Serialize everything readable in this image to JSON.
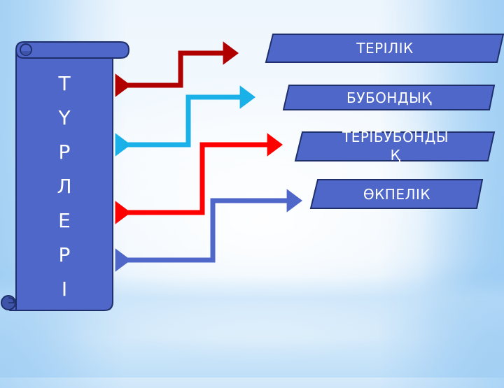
{
  "slide": {
    "background": "light-blue gradient"
  },
  "scroll": {
    "title_letters": [
      "Т",
      "Ү",
      "Р",
      "Л",
      "Е",
      "Р",
      "І"
    ],
    "title_word": "ТҮРЛЕРІ",
    "fill_color": "#4f67c8",
    "border_color": "#1f2f6b"
  },
  "labels": [
    {
      "text": "ТЕРІЛІК",
      "color": "#4f67c8"
    },
    {
      "text": "БУБОНДЫҚ",
      "color": "#4f67c8"
    },
    {
      "text": "ТЕРІБУБОНДЫҚ",
      "line1": "ТЕРІБУБОНДЫ",
      "line2": "Қ",
      "color": "#4f67c8"
    },
    {
      "text": "ӨКПЕЛІК",
      "color": "#4f67c8"
    }
  ],
  "arrows": [
    {
      "name": "arrow-1",
      "color": "#b00000"
    },
    {
      "name": "arrow-2",
      "color": "#1ab0e8"
    },
    {
      "name": "arrow-3",
      "color": "#ff0000"
    },
    {
      "name": "arrow-4",
      "color": "#4f67c8"
    }
  ]
}
